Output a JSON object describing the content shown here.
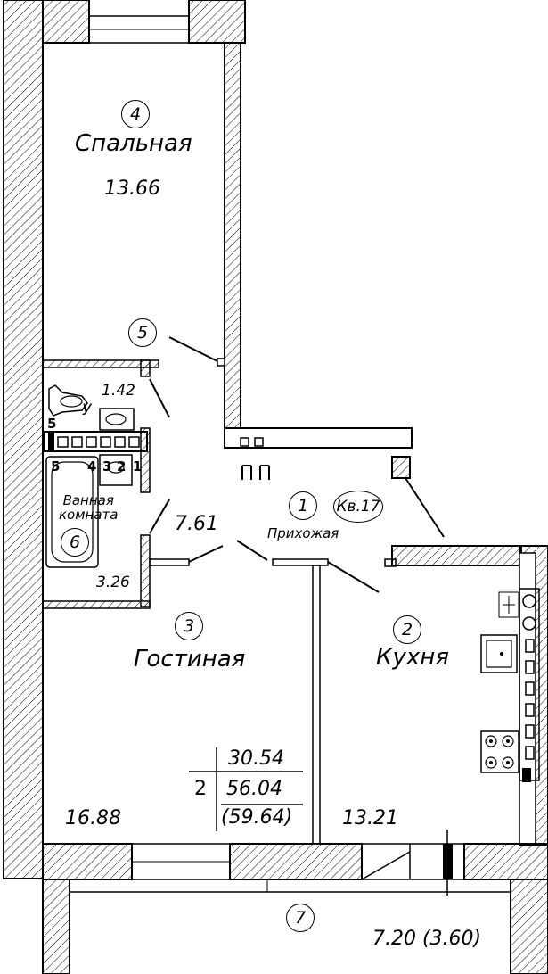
{
  "plan": {
    "rooms": [
      {
        "id": "4",
        "name": "Спальная",
        "area": "13.66"
      },
      {
        "id": "5",
        "name": "",
        "area": "1.42"
      },
      {
        "id": "1",
        "name": "Прихожая",
        "area": "7.61"
      },
      {
        "id": "6",
        "name": "Ванная\nкомната",
        "area": "3.26"
      },
      {
        "id": "3",
        "name": "Гостиная",
        "area": "16.88"
      },
      {
        "id": "2",
        "name": "Кухня",
        "area": "13.21"
      },
      {
        "id": "7",
        "name": "",
        "area": "7.20 (3.60)"
      }
    ],
    "apartment_tag": "Кв.17",
    "summary": {
      "rooms_count": "2",
      "living_area": "30.54",
      "total_area": "56.04",
      "total_with_balcony": "(59.64)"
    },
    "fixture_numbers": [
      "5",
      "4",
      "3",
      "2",
      "1"
    ],
    "fixture_side_number": "5",
    "fixture_letter": "У"
  }
}
